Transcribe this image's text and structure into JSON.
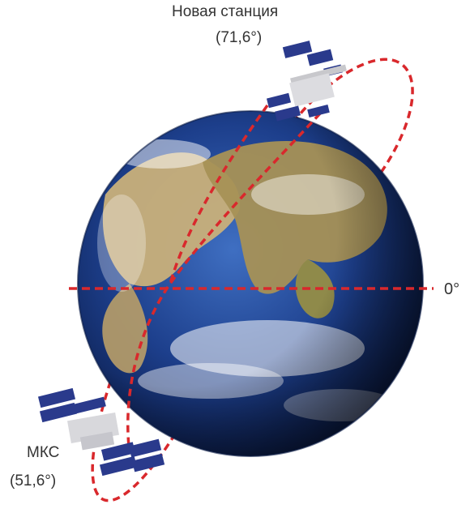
{
  "labels": {
    "new_station_name": "Новая станция",
    "new_station_inclination": "(71,6°)",
    "iss_name": "МКС",
    "iss_inclination": "(51,6°)",
    "equator": "0°"
  },
  "colors": {
    "orbit": "#d9282c",
    "equator": "#d9282c",
    "ocean": "#1d3f8c",
    "land": "#b49a63",
    "panels": "#2a3a8c",
    "text": "#333333"
  },
  "icons": {
    "globe": "earth-globe",
    "new_station": "space-station",
    "iss": "space-station"
  }
}
